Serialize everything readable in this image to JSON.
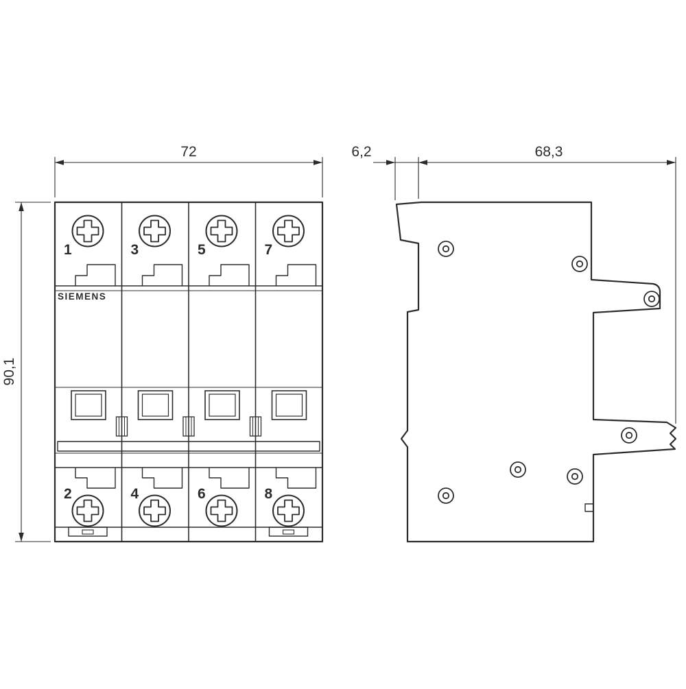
{
  "colors": {
    "line": "#2b2b2b",
    "bg": "#ffffff"
  },
  "icons": {
    "screw_head_icon": "circle-with-phillips-cross",
    "rivet_icon": "concentric-circles"
  },
  "dimensions": {
    "front_width_mm": "72",
    "front_height_mm": "90,1",
    "side_toggle_depth_mm": "6,2",
    "side_body_depth_mm": "68,3"
  },
  "front_view": {
    "brand": "SIEMENS",
    "top_terminal_labels": [
      "1",
      "3",
      "5",
      "7"
    ],
    "bottom_terminal_labels": [
      "2",
      "4",
      "6",
      "8"
    ]
  }
}
